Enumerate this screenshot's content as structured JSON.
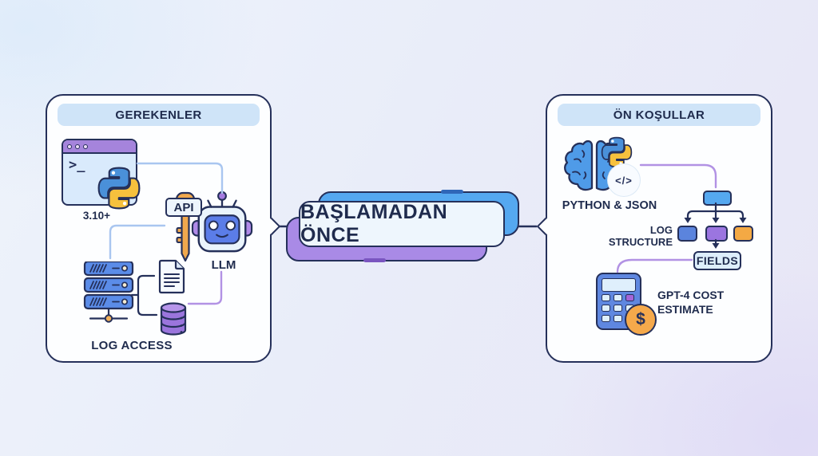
{
  "center": {
    "title": "BAŞLAMADAN ÖNCE"
  },
  "left_panel": {
    "header": "GEREKENLER",
    "terminal_prompt": ">_",
    "python_version_label": "3.10+",
    "api_key_label": "API",
    "llm_label": "LLM",
    "log_access_label": "LOG ACCESS"
  },
  "right_panel": {
    "header": "ÖN KOŞULLAR",
    "python_json_label": "PYTHON & JSON",
    "code_badge": "</>",
    "log_structure_label": "LOG\nSTRUCTURE",
    "fields_label": "FIELDS",
    "cost_label": "GPT-4 COST\nESTIMATE",
    "coin_symbol": "$"
  },
  "colors": {
    "outline_navy": "#25305a",
    "panel_bg": "#fdfeff",
    "pill_blue": "#cfe4f8",
    "accent_blue": "#55a8f0",
    "accent_purple": "#a98ae6",
    "accent_orange": "#f4a944",
    "connector_blue": "#a9c6f0",
    "connector_purple": "#b292e4"
  }
}
